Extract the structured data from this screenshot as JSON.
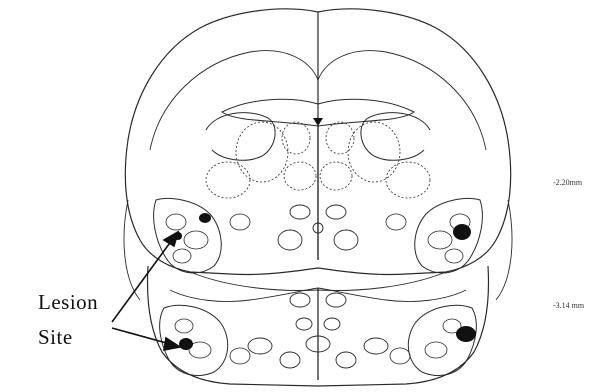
{
  "figure": {
    "section_levels": [
      "-2.20mm",
      "-3.14 mm"
    ],
    "annotation": {
      "line1": "Lesion",
      "line2": "Site"
    },
    "colors": {
      "outline": "#2a2a2a",
      "lesion": "#111111",
      "background": "#ffffff"
    }
  }
}
